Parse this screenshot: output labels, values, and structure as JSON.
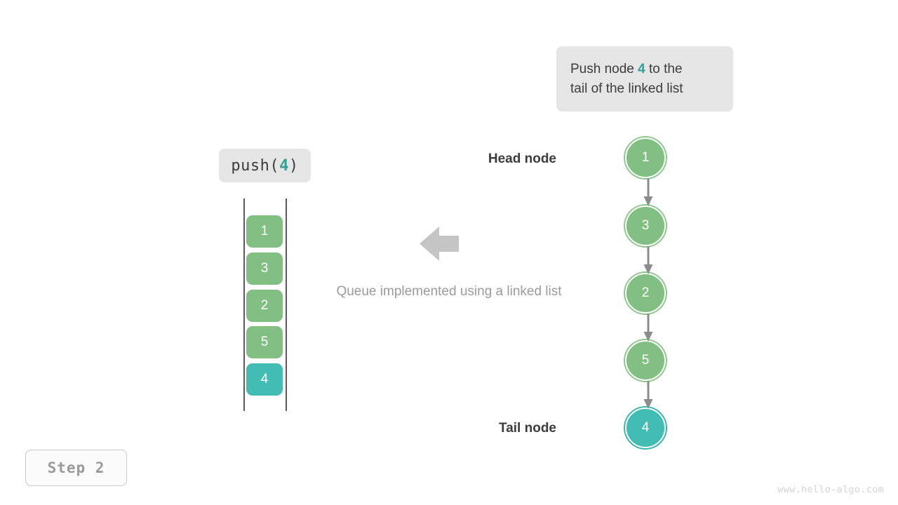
{
  "meta": {
    "watermark": "www.hello-algo.com",
    "step_label": "Step 2",
    "caption": "Queue implemented using a linked list"
  },
  "colors": {
    "node_green": "#82bf82",
    "node_teal": "#43bdb4",
    "accent_teal": "#2fa195",
    "callout_bg": "#e6e6e6",
    "arrow_gray": "#8c8c8c",
    "flow_arrow_gray": "#c5c5c5",
    "text_dark": "#3c3c3c",
    "text_muted": "#9b9b9b",
    "watermark_gray": "#d4d4d4",
    "rail_gray": "#5a5a5a"
  },
  "tooltip": {
    "name": "operation-description",
    "line1_pre": "Push node ",
    "line1_value": "4",
    "line1_post": " to the",
    "line2": "tail of the linked list"
  },
  "operation_chip": {
    "prefix": "push(",
    "value": "4",
    "suffix": ")"
  },
  "queue": {
    "title": "array-representation",
    "cells": [
      {
        "value": "1",
        "state": "normal"
      },
      {
        "value": "3",
        "state": "normal"
      },
      {
        "value": "2",
        "state": "normal"
      },
      {
        "value": "5",
        "state": "normal"
      },
      {
        "value": "4",
        "state": "highlight"
      }
    ]
  },
  "linked_list": {
    "head_label": "Head node",
    "tail_label": "Tail node",
    "nodes": [
      {
        "value": "1",
        "state": "normal"
      },
      {
        "value": "3",
        "state": "normal"
      },
      {
        "value": "2",
        "state": "normal"
      },
      {
        "value": "5",
        "state": "normal"
      },
      {
        "value": "4",
        "state": "highlight"
      }
    ]
  },
  "flow_arrow": {
    "direction": "left"
  }
}
